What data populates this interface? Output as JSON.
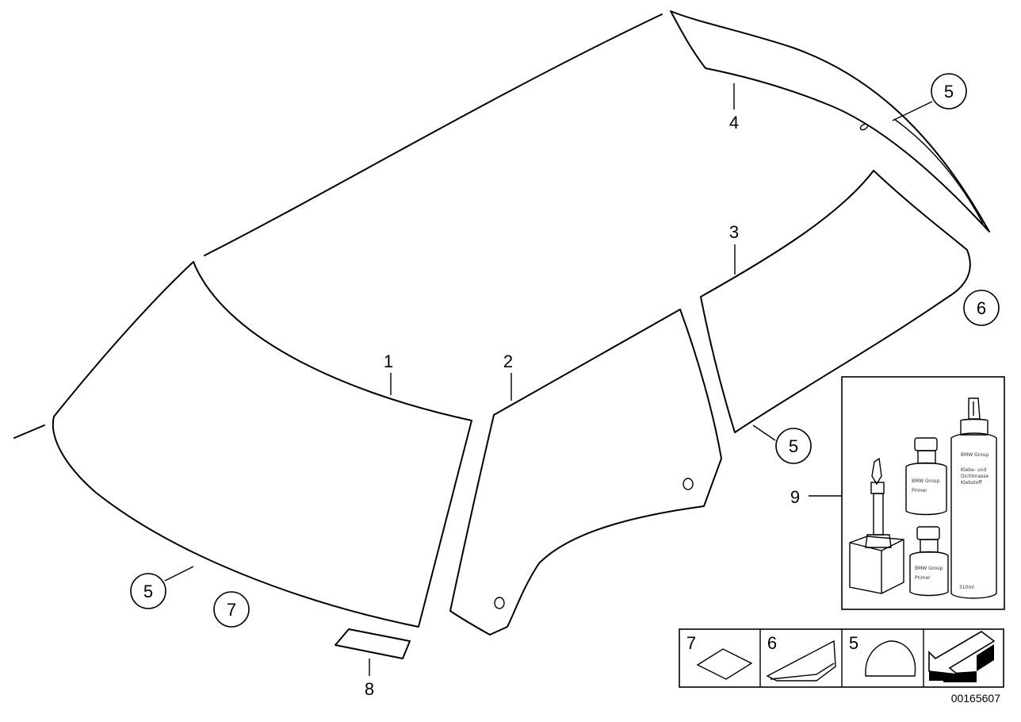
{
  "callouts": {
    "windscreen": "1",
    "front_door_glass": "2",
    "rear_door_glass": "3",
    "rear_window": "4",
    "clip_rear_window": "5",
    "clip_rear_door": "5",
    "clip_windscreen": "5",
    "side_piece": "6",
    "pad": "7",
    "sticker": "8",
    "kit": "9"
  },
  "legend": {
    "cell_1": "7",
    "cell_2": "6",
    "cell_3": "5"
  },
  "document_number": "00165607",
  "kit_labels": {
    "tube_brand": "BMW Group",
    "tube_volume": "310ml",
    "bottle_brand": "BMW Group"
  }
}
